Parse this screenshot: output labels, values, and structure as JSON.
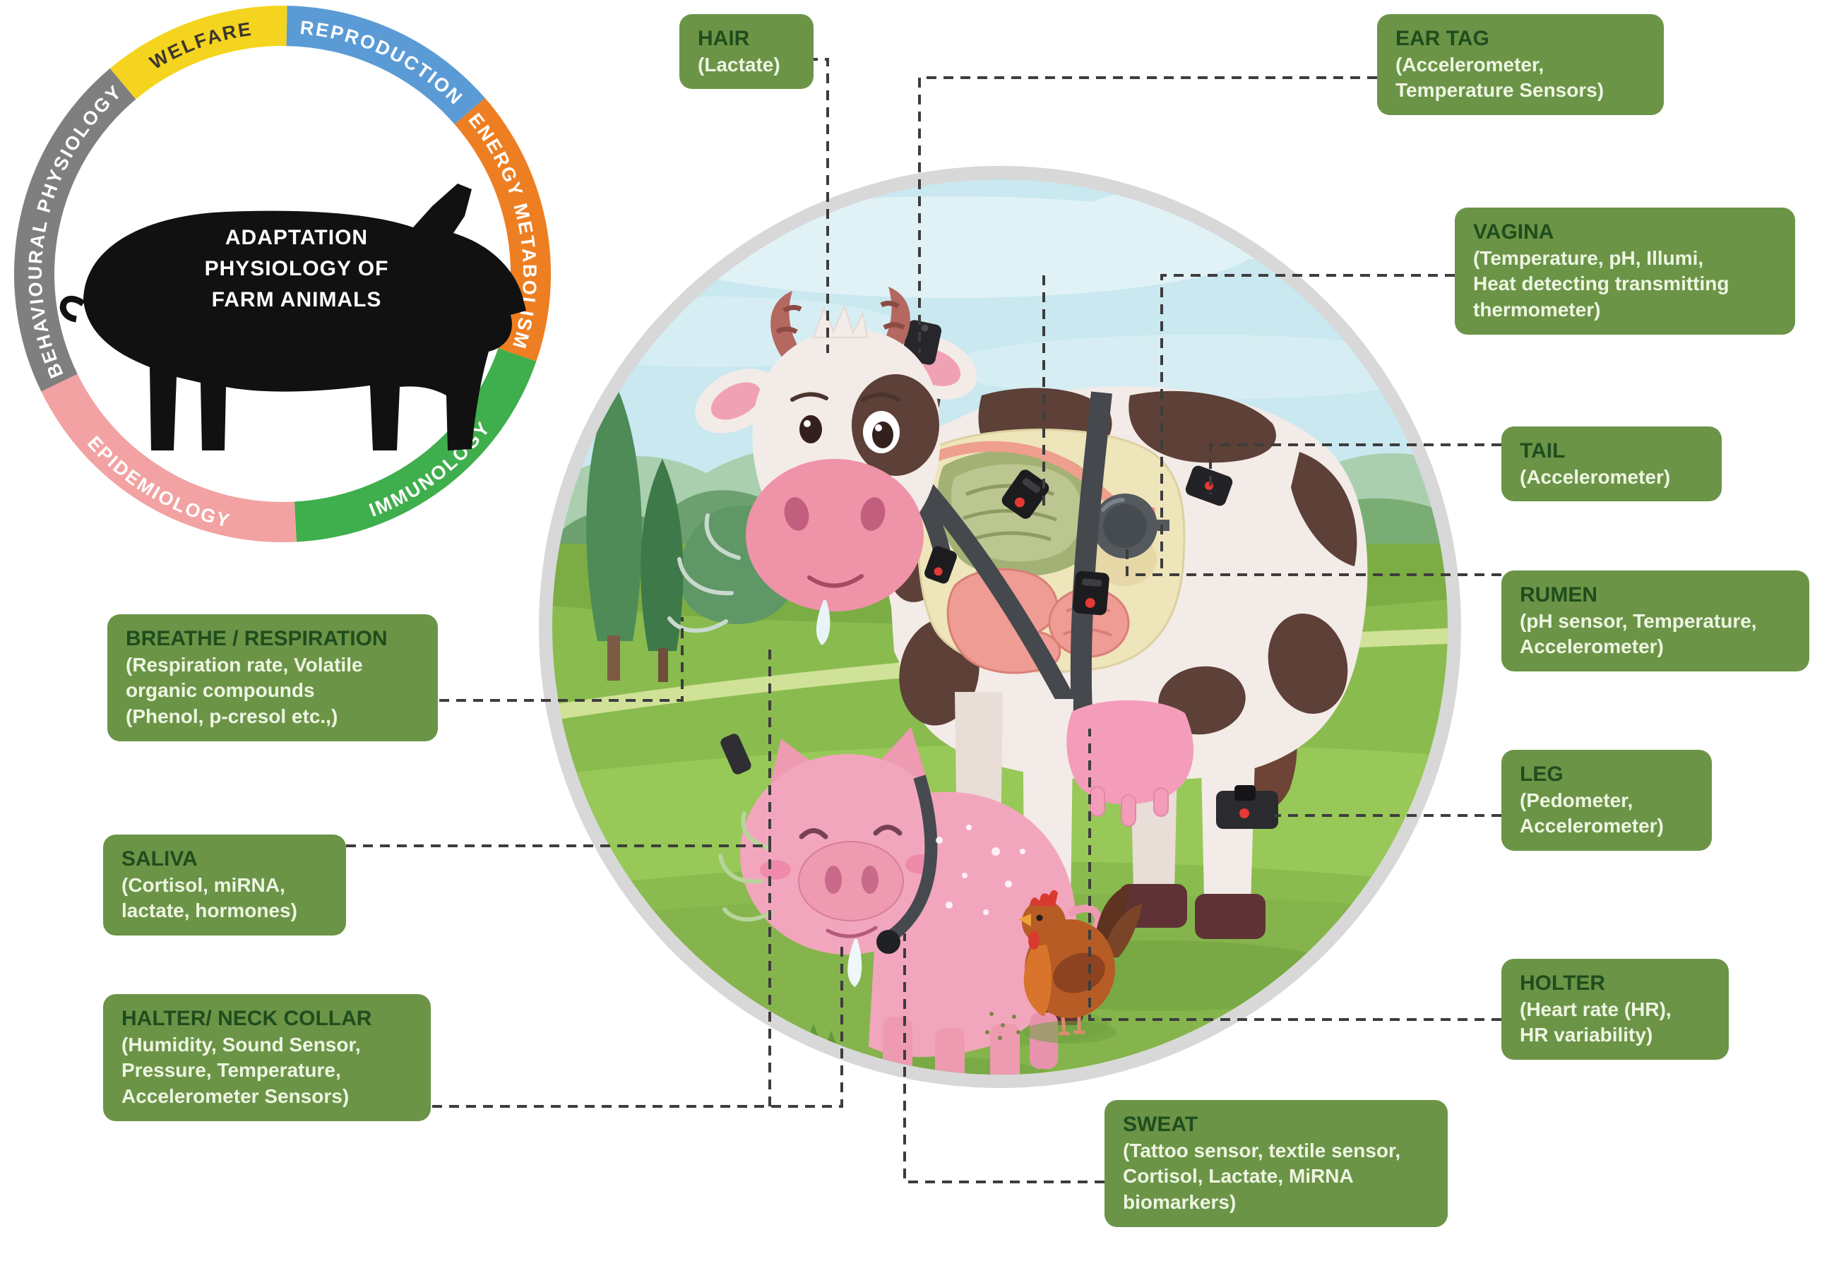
{
  "diagram": {
    "ring": {
      "center_title_lines": [
        "ADAPTATION",
        "PHYSIOLOGY OF",
        "FARM ANIMALS"
      ],
      "segments": [
        {
          "label": "WELFARE",
          "color": "#f5d41f",
          "text_color": "#3a372e"
        },
        {
          "label": "REPRODUCTION",
          "color": "#5b9bd5",
          "text_color": "#ffffff"
        },
        {
          "label": "ENERGY METABOLISM",
          "color": "#ee7e22",
          "text_color": "#ffffff"
        },
        {
          "label": "IMMUNOLOGY",
          "color": "#3fae4c",
          "text_color": "#ffffff"
        },
        {
          "label": "EPIDEMIOLOGY",
          "color": "#f2a2a2",
          "text_color": "#ffffff"
        },
        {
          "label": "BEHAVIOURAL PHYSIOLOGY",
          "color": "#7f7f7f",
          "text_color": "#ffffff"
        }
      ]
    },
    "labels": {
      "hair": {
        "title": "HAIR",
        "detail": "(Lactate)"
      },
      "ear_tag": {
        "title": "EAR TAG",
        "detail": "(Accelerometer,\nTemperature Sensors)"
      },
      "vagina": {
        "title": "VAGINA",
        "detail": "(Temperature, pH, Illumi,\nHeat detecting transmitting\nthermometer)"
      },
      "tail": {
        "title": "TAIL",
        "detail": "(Accelerometer)"
      },
      "rumen": {
        "title": "RUMEN",
        "detail": "(pH sensor, Temperature,\nAccelerometer)"
      },
      "leg": {
        "title": "LEG",
        "detail": "(Pedometer,\nAccelerometer)"
      },
      "holter": {
        "title": "HOLTER",
        "detail": "(Heart rate (HR),\nHR variability)"
      },
      "breathe": {
        "title": "BREATHE / RESPIRATION",
        "detail": "(Respiration rate, Volatile\norganic compounds\n(Phenol, p-cresol etc.,)"
      },
      "saliva": {
        "title": "SALIVA",
        "detail": "(Cortisol, miRNA,\nlactate, hormones)"
      },
      "halter": {
        "title": "HALTER/ NECK COLLAR",
        "detail": "(Humidity, Sound Sensor,\nPressure, Temperature,\nAccelerometer Sensors)"
      },
      "sweat": {
        "title": "SWEAT",
        "detail": "(Tattoo sensor, textile sensor,\nCortisol, Lactate, MiRNA\nbiomarkers)"
      }
    },
    "scene_colors": {
      "box_green": "#6b9447",
      "scene_border_gray": "#d8d8d8",
      "sky_blue": "#c9e8f0",
      "grass_green": "#8abb4f"
    }
  }
}
